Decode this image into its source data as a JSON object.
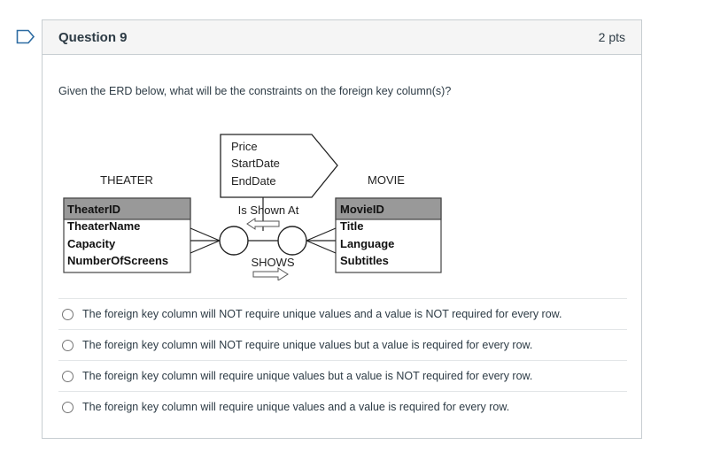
{
  "question": {
    "title": "Question 9",
    "points": "2 pts",
    "prompt": "Given the ERD below, what will be the constraints on the foreign key column(s)?"
  },
  "erd": {
    "theater_label": "THEATER",
    "movie_label": "MOVIE",
    "theater_pk": "TheaterID",
    "theater_fields": [
      "TheaterName",
      "Capacity",
      "NumberOfScreens"
    ],
    "movie_pk": "MovieID",
    "movie_fields": [
      "Title",
      "Language",
      "Subtitles"
    ],
    "assoc_fields": [
      "Price",
      "StartDate",
      "EndDate"
    ],
    "rel_top": "Is Shown At",
    "rel_bottom": "SHOWS"
  },
  "answers": [
    "The foreign key column will NOT require unique values and a value is NOT required for every row.",
    "The foreign key column will NOT require unique values but a value is required for every row.",
    "The foreign key column will require unique values but a value is NOT required for every row.",
    "The foreign key column will require unique values and a value is required for every row."
  ],
  "colors": {
    "header_bg": "#f5f5f5",
    "border": "#c7cdd1",
    "flag": "#2d6ca2",
    "pk_fill": "#999999"
  }
}
